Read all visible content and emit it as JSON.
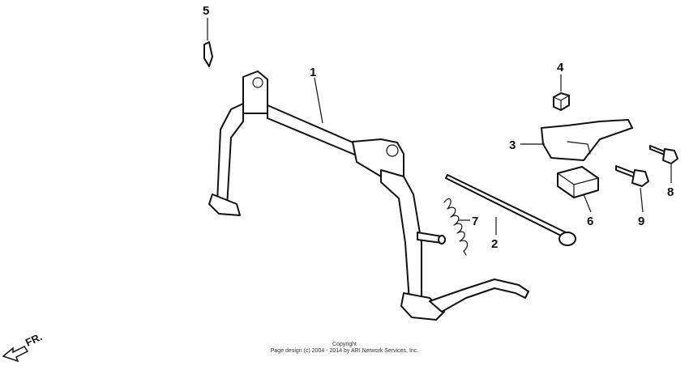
{
  "callouts": [
    "1",
    "2",
    "3",
    "4",
    "5",
    "6",
    "7",
    "8",
    "9"
  ],
  "direction_label": "FR.",
  "copyright": {
    "line1": "Copyright",
    "line2": "Page design (c) 2004 - 2014 by ARI Network Services, Inc."
  }
}
